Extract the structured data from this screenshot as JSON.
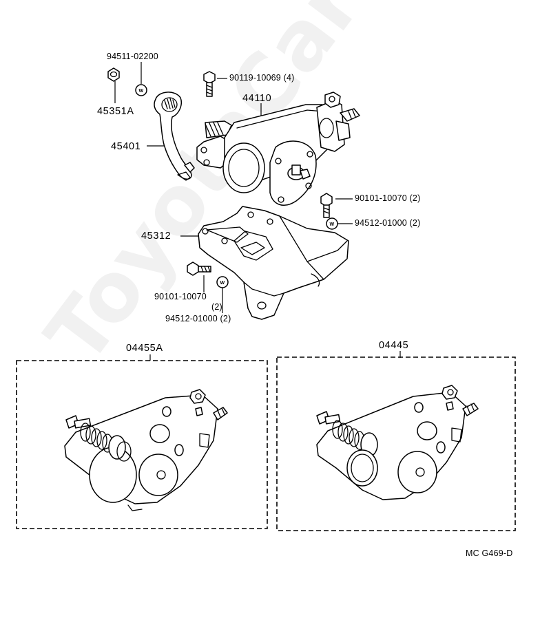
{
  "diagram": {
    "figure_code": "MC G469-D",
    "watermark": "ToyotaCarline.ru",
    "washer_mark": "W",
    "parts": [
      {
        "id": "p-94511",
        "number": "94511-02200"
      },
      {
        "id": "p-45351a",
        "number": "45351A"
      },
      {
        "id": "p-90119",
        "number": "90119-10069 (4)"
      },
      {
        "id": "p-44110",
        "number": "44110"
      },
      {
        "id": "p-45401",
        "number": "45401"
      },
      {
        "id": "p-90101-a",
        "number": "90101-10070 (2)"
      },
      {
        "id": "p-94512-a",
        "number": "94512-01000 (2)"
      },
      {
        "id": "p-45312",
        "number": "45312"
      },
      {
        "id": "p-90101-b",
        "number": "90101-10070"
      },
      {
        "id": "p-90101-b-qty",
        "number": "(2)"
      },
      {
        "id": "p-94512-b",
        "number": "94512-01000 (2)"
      }
    ],
    "kits": [
      {
        "id": "kit-04455a",
        "number": "04455A"
      },
      {
        "id": "kit-04445",
        "number": "04445"
      }
    ]
  }
}
